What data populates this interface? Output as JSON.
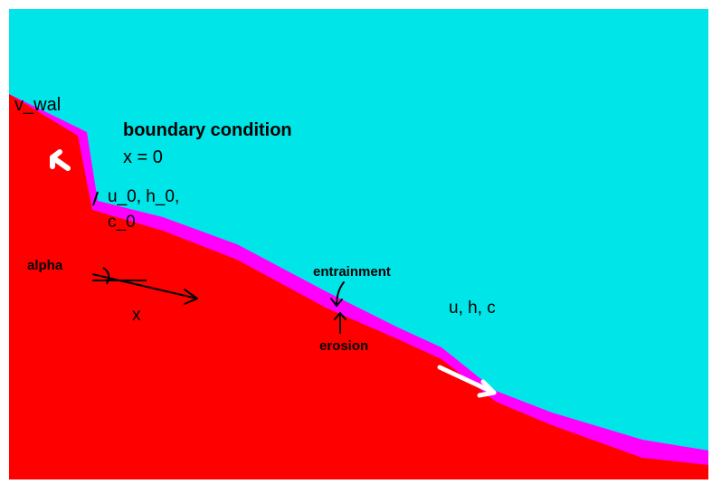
{
  "colors": {
    "sky": "#00e5e8",
    "slope": "#ff0000",
    "flow_layer": "#ff00ff",
    "frame": "#ffffff",
    "arrow_white": "#ffffff",
    "ink": "#000000"
  },
  "labels": {
    "wall_velocity": "v_wal",
    "boundary_title": "boundary condition",
    "boundary_x": "x = 0",
    "inflow_line1": "u_0, h_0,",
    "inflow_line2": "c_0",
    "angle": "alpha",
    "x_axis": "x",
    "entrainment": "entrainment",
    "erosion": "erosion",
    "flow_vars": "u, h, c"
  },
  "icons": {
    "wall_arrow": "arrow-up-left-icon",
    "flow_arrow": "arrow-down-right-icon",
    "x_arrow": "arrow-right-icon",
    "entrainment_arrow": "arrow-down-icon",
    "erosion_arrow": "arrow-up-icon"
  }
}
